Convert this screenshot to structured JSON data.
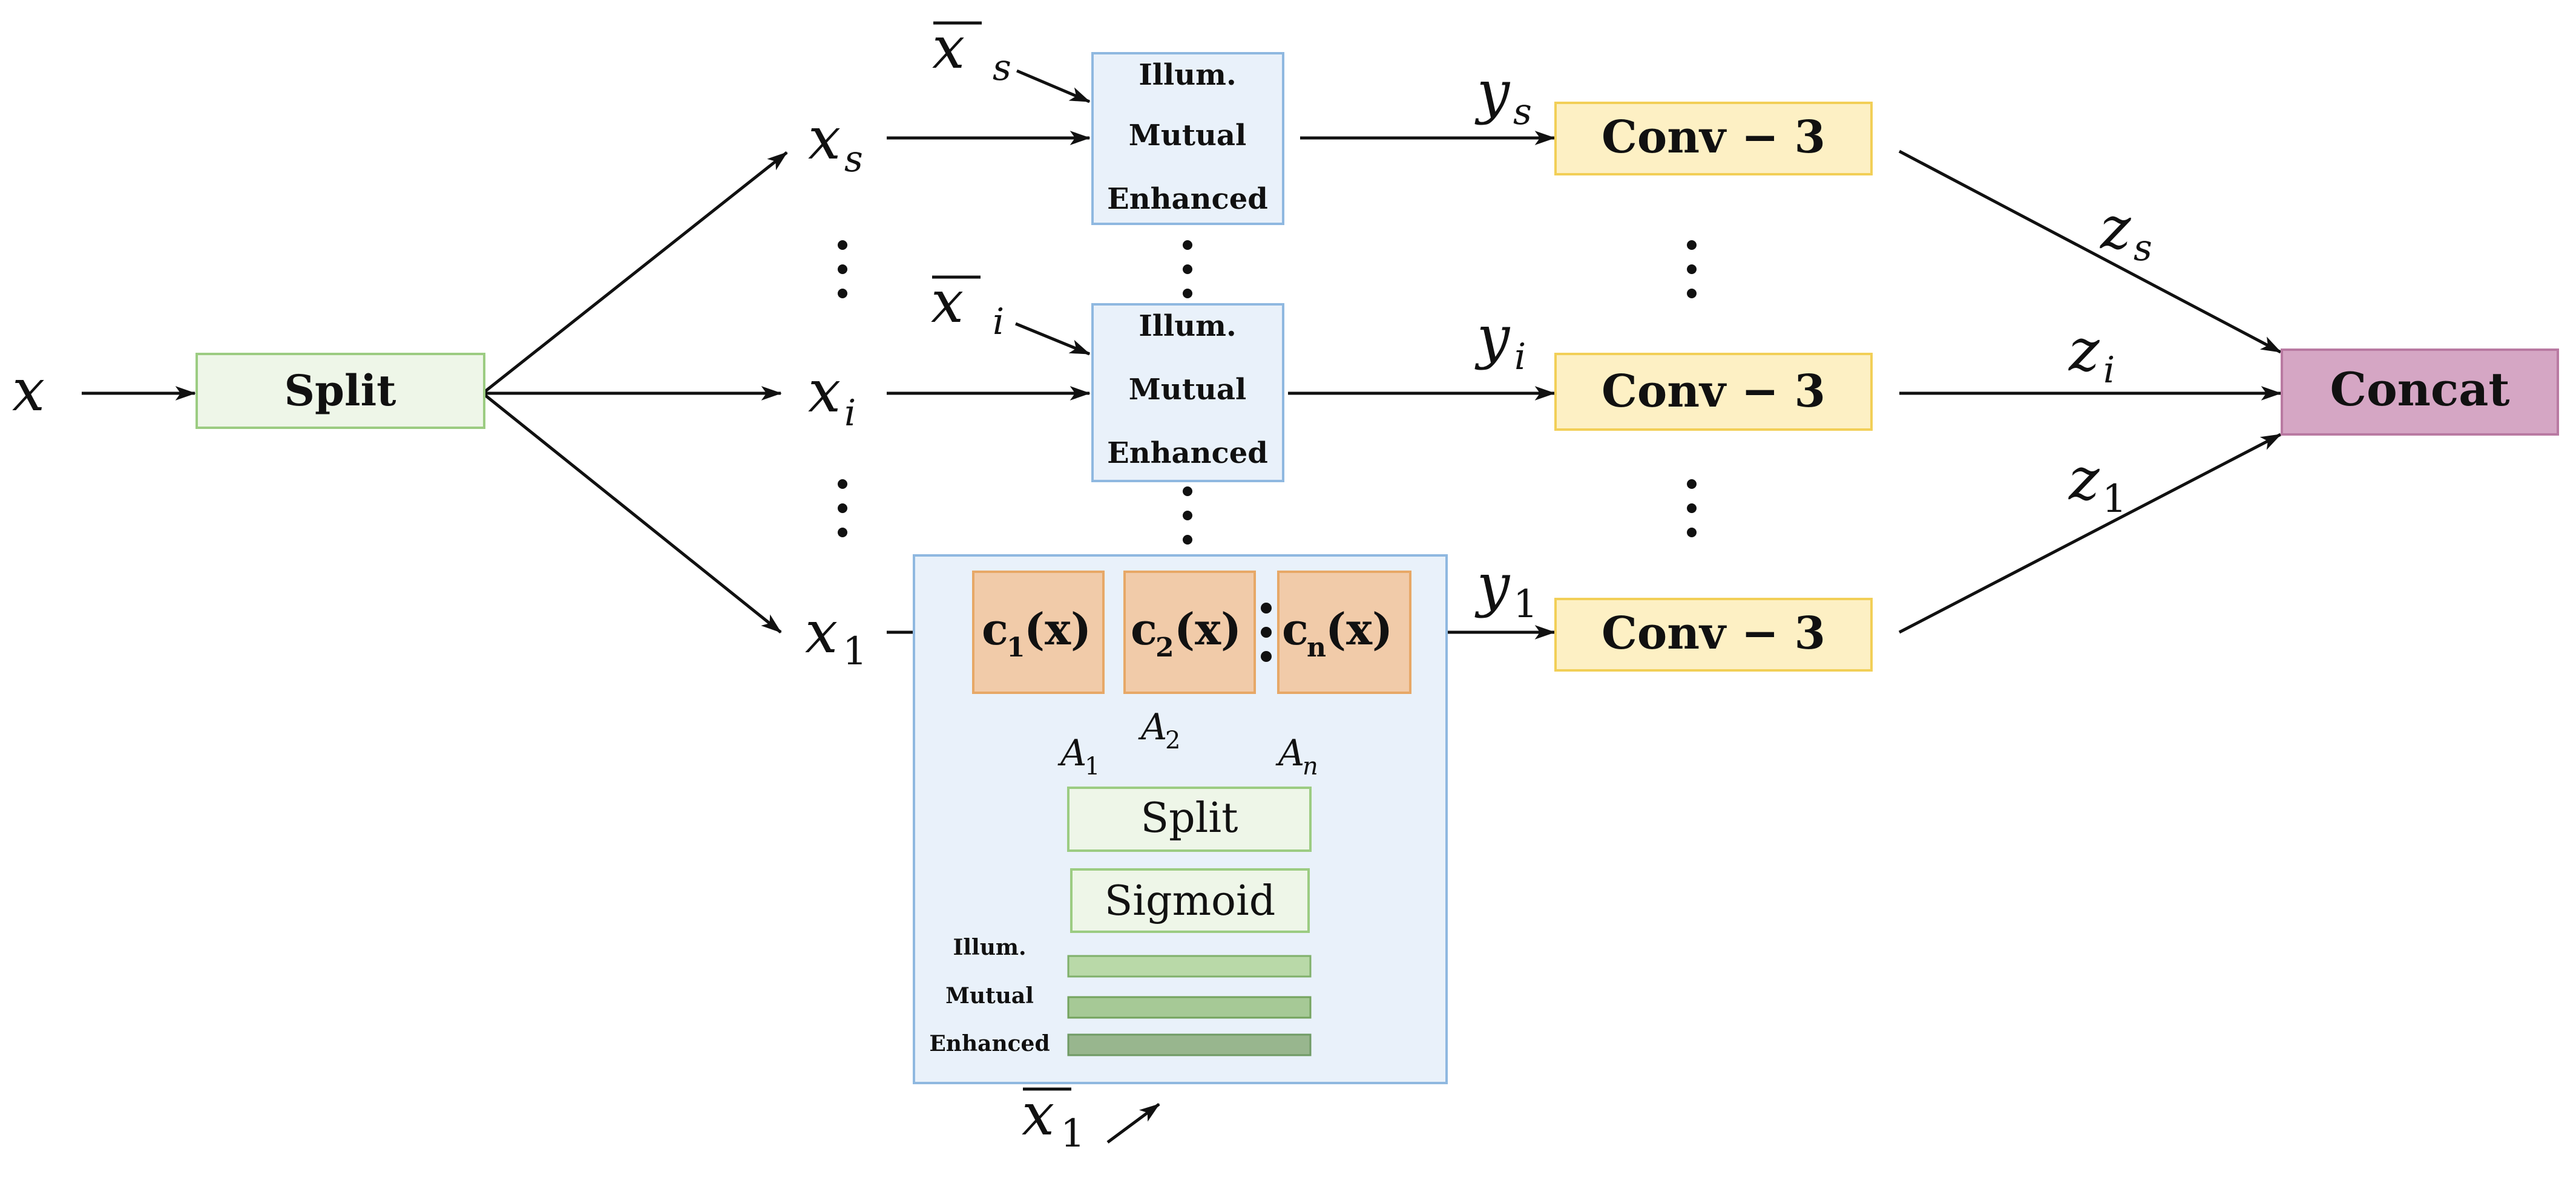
{
  "labels": {
    "x_input": "x",
    "split": "Split",
    "concat": "Concat",
    "x_s": "x",
    "x_s_sub": "s",
    "x_i": "x",
    "x_i_sub": "i",
    "x_1": "x",
    "x_1_sub": "1",
    "xbar_s": "x",
    "xbar_s_sub": "s",
    "xbar_i": "x",
    "xbar_i_sub": "i",
    "xbar_1": "x",
    "xbar_1_sub": "1",
    "y_s": "y",
    "y_s_sub": "s",
    "y_i": "y",
    "y_i_sub": "i",
    "y_1": "y",
    "y_1_sub": "1",
    "z_s": "z",
    "z_s_sub": "s",
    "z_i": "z",
    "z_i_sub": "i",
    "z_1": "z",
    "z_1_sub": "1",
    "conv": "Conv − 3",
    "ime_line1": "Illum.",
    "ime_line2": "Mutual",
    "ime_line3": "Enhanced",
    "c1": "c",
    "c1_sub": "1",
    "c1_arg": "(x)",
    "c2": "c",
    "c2_sub": "2",
    "c2_arg": "(x)",
    "cn": "c",
    "cn_sub": "n",
    "cn_arg": "(x)",
    "a1": "A",
    "a1_sub": "1",
    "a2": "A",
    "a2_sub": "2",
    "an": "A",
    "an_sub": "n",
    "inner_split": "Split",
    "sigmoid": "Sigmoid"
  },
  "colors": {
    "split_fill": "#eef6e8",
    "split_stroke": "#9ccc82",
    "ime_fill": "#e9f1fa",
    "ime_stroke": "#8fb8e0",
    "conv_fill": "#fdf0c4",
    "conv_stroke": "#f2cf57",
    "concat_fill": "#d5a6c4",
    "concat_stroke": "#b97aa2",
    "c_fill": "#f1cba9",
    "c_stroke": "#e7a867",
    "bar1": "#b9d9a8",
    "bar2": "#a6c996",
    "bar3": "#98b68e"
  }
}
